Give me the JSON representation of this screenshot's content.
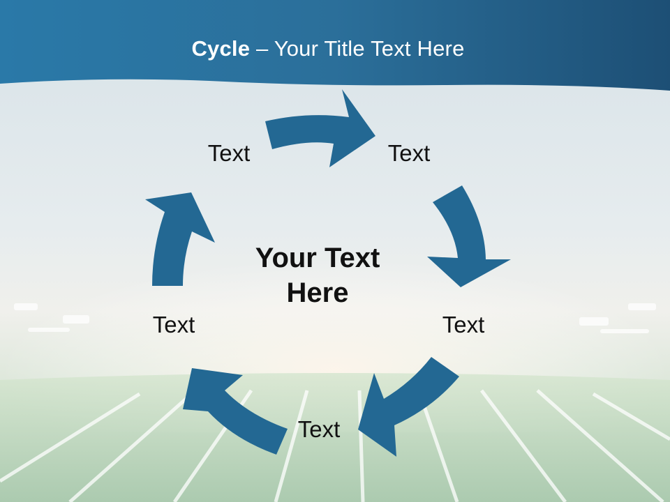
{
  "slide": {
    "title_bold": "Cycle",
    "title_rest": " – Your Title Text Here"
  },
  "diagram": {
    "center_line1": "Your Text",
    "center_line2": "Here",
    "nodes": [
      "Text",
      "Text",
      "Text",
      "Text",
      "Text"
    ]
  },
  "colors": {
    "arrow": "#236893",
    "header_band": "#2a6f98",
    "field": "#9dc3a0"
  }
}
